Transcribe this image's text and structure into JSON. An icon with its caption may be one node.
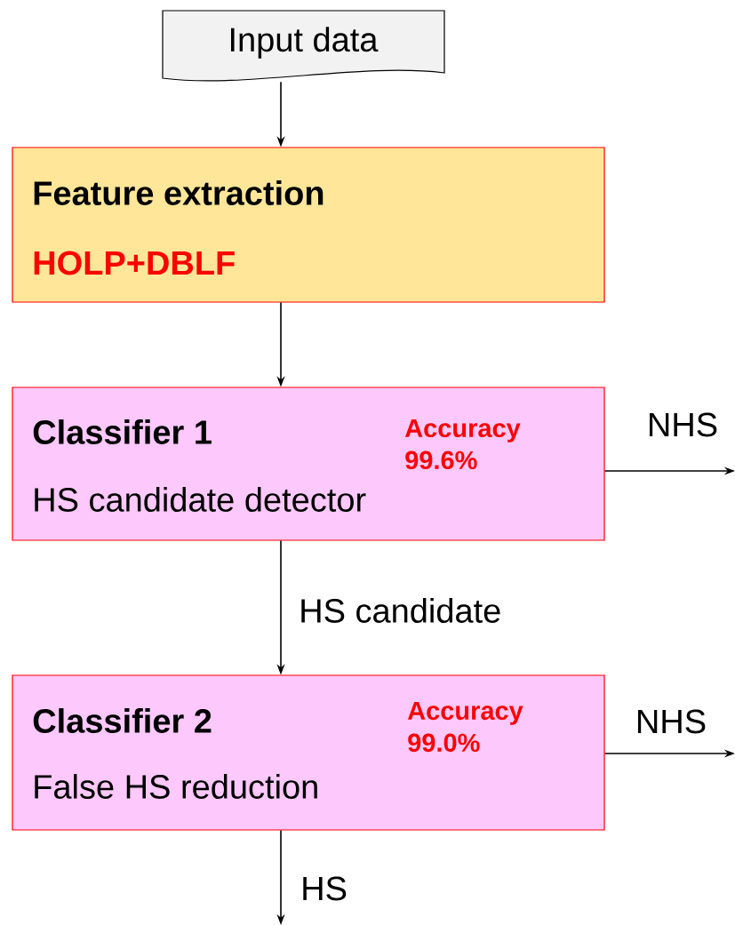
{
  "diagram": {
    "nodes": [
      {
        "text": [
          "Input data"
        ]
      },
      {
        "text": [
          "Feature extraction",
          "HOLP+DBLF"
        ]
      },
      {
        "text": [
          "Classifier 1",
          "HS candidate detector",
          "Accuracy 99.6%"
        ]
      },
      {
        "text": [
          "Classifier 2",
          "False HS reduction",
          "Accuracy 99.0%"
        ]
      }
    ],
    "edges": [
      {
        "from": 0,
        "to": 1,
        "arrow": "to"
      },
      {
        "from": 1,
        "to": 2,
        "arrow": "to"
      },
      {
        "from": 2,
        "to": 3,
        "arrow": "to",
        "label": "HS candidate"
      },
      {
        "from": 2,
        "to": null,
        "arrow": "to",
        "label": "NHS"
      },
      {
        "from": 3,
        "to": null,
        "arrow": "to",
        "label": "NHS"
      },
      {
        "from": 3,
        "to": null,
        "arrow": "to",
        "label": "HS"
      }
    ]
  }
}
